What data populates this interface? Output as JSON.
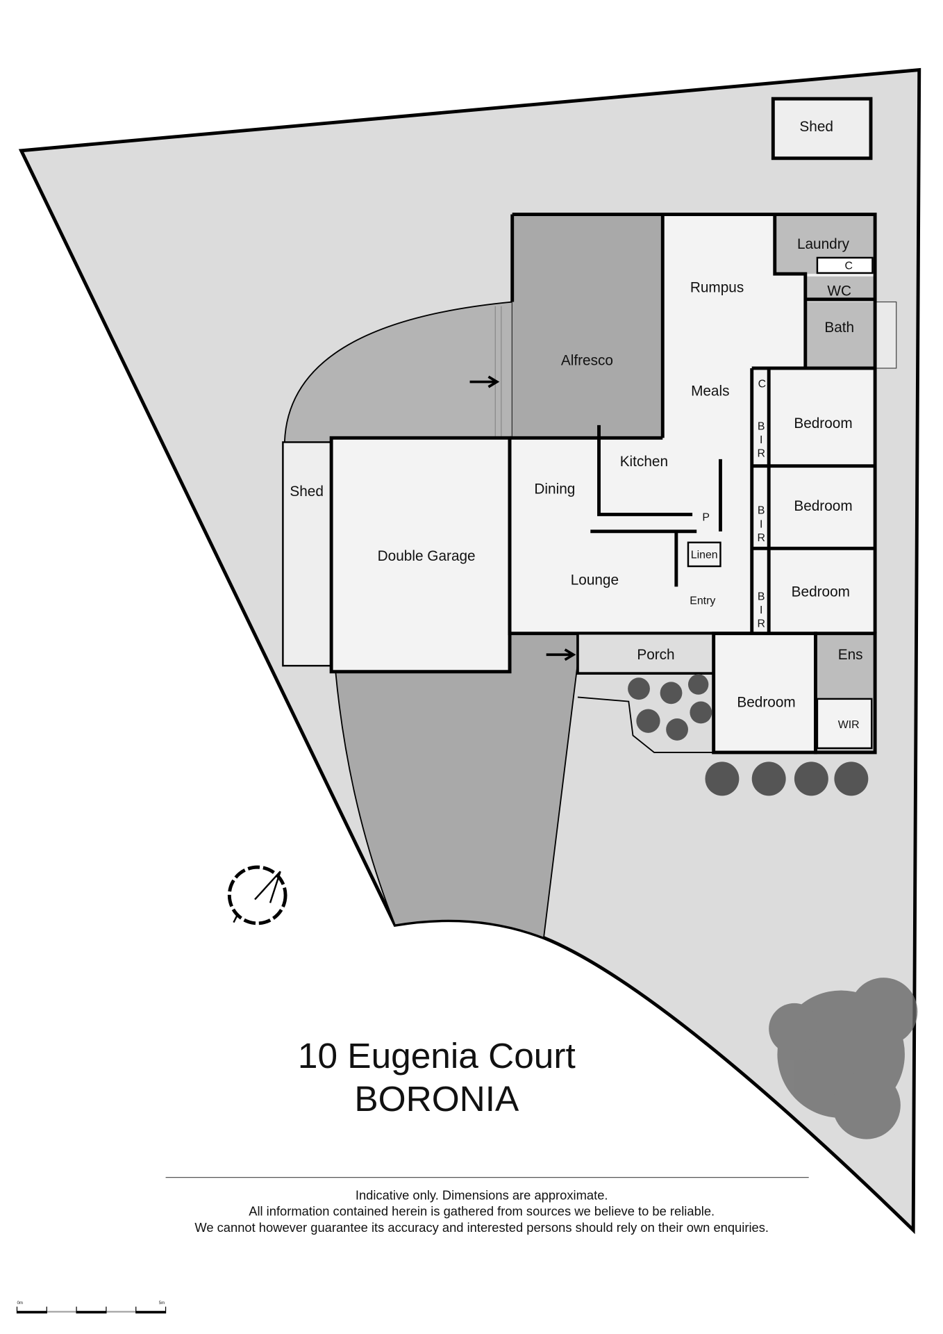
{
  "plan": {
    "rooms": {
      "shed_top": "Shed",
      "laundry": "Laundry",
      "laundry_cupboard": "C",
      "wc": "WC",
      "bath": "Bath",
      "rumpus": "Rumpus",
      "alfresco": "Alfresco",
      "meals": "Meals",
      "meals_cupboard": "C",
      "bedroom_1": "Bedroom",
      "bir_1": [
        "B",
        "I",
        "R"
      ],
      "kitchen": "Kitchen",
      "dining": "Dining",
      "shed_side": "Shed",
      "double_garage": "Double Garage",
      "bedroom_2": "Bedroom",
      "bir_2": [
        "B",
        "I",
        "R"
      ],
      "pantry": "P",
      "linen": "Linen",
      "lounge": "Lounge",
      "entry": "Entry",
      "bedroom_3": "Bedroom",
      "bir_3": [
        "B",
        "I",
        "R"
      ],
      "porch": "Porch",
      "ensuite": "Ens",
      "bedroom_main": "Bedroom",
      "wir": "WIR"
    },
    "compass_icon": "north-arrow-icon",
    "colors": {
      "lot": "#dcdcdc",
      "hard_surface": "#a9a9a9",
      "interior": "#f3f3f3",
      "wet_area": "#bdbdbd",
      "wall": "#000000"
    }
  },
  "address": {
    "street": "10 Eugenia Court",
    "suburb": "BORONIA"
  },
  "disclaimer": {
    "line1": "Indicative only. Dimensions are approximate.",
    "line2": "All information contained herein is gathered from sources we believe to be reliable.",
    "line3": "We cannot however guarantee its accuracy and interested persons should rely on their own enquiries."
  },
  "scale_bar": {
    "start": "0m",
    "end": "5m"
  }
}
